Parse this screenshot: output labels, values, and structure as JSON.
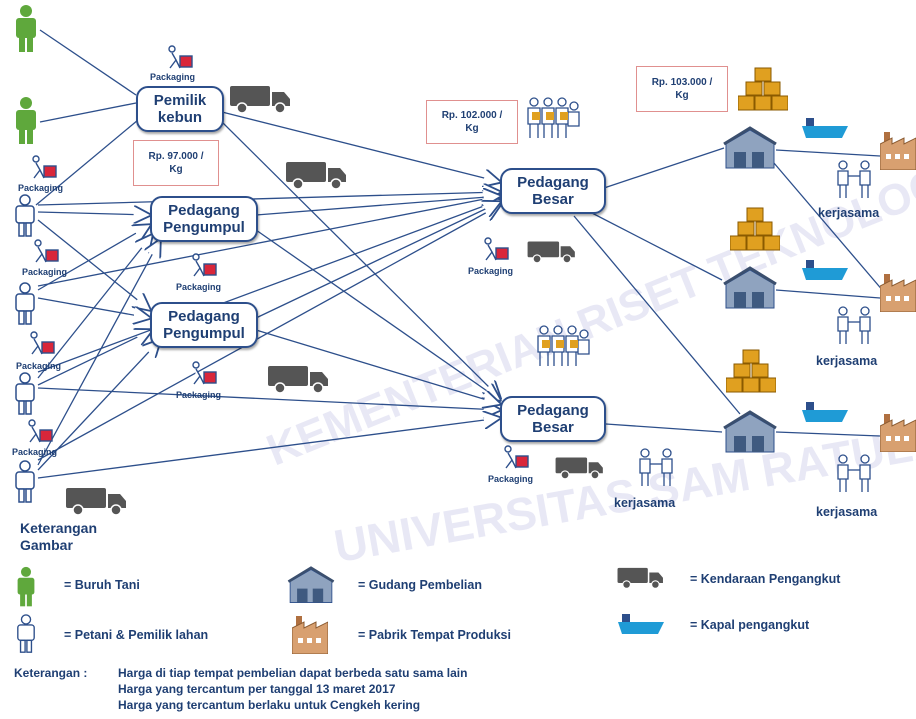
{
  "nodes": {
    "pemilik_kebun": [
      "Pemilik",
      "kebun"
    ],
    "pengumpul_1": [
      "Pedagang",
      "Pengumpul"
    ],
    "pengumpul_2": [
      "Pedagang",
      "Pengumpul"
    ],
    "besar_1": [
      "Pedagang",
      "Besar"
    ],
    "besar_2": [
      "Pedagang",
      "Besar"
    ]
  },
  "prices": {
    "p1": [
      "Rp. 97.000 /",
      "Kg"
    ],
    "p2": [
      "Rp. 102.000 /",
      "Kg"
    ],
    "p3": [
      "Rp. 103.000 /",
      "Kg"
    ]
  },
  "packaging_label": "Packaging",
  "kerjasama_label": "kerjasama",
  "keterangan_gambar": [
    "Keterangan",
    "Gambar"
  ],
  "legend": {
    "buruh_tani": "= Buruh Tani",
    "petani": "= Petani & Pemilik lahan",
    "gudang": "= Gudang Pembelian",
    "pabrik": "= Pabrik Tempat Produksi",
    "kendaraan": "= Kendaraan Pengangkut",
    "kapal": "= Kapal pengangkut"
  },
  "notes": {
    "prefix": "Keterangan :",
    "lines": [
      "Harga di tiap tempat pembelian dapat berbeda satu sama lain",
      "Harga yang tercantum per tanggal 13 maret 2017",
      "Harga yang tercantum berlaku untuk Cengkeh kering"
    ]
  },
  "watermark": {
    "line1": "KEMENTERIAN RISET TEKNOLOGI DAN PENDIDIKAN TINGGI",
    "line2": "UNIVERSITAS SAM RATULANGI"
  },
  "colors": {
    "line": "#2d4f8b",
    "node_border": "#2d4f8b",
    "text": "#1f3f73",
    "buruh_green": "#5fa83c",
    "price_border": "#e0908f",
    "truck": "#555555",
    "ship": "#1f9bd6",
    "crate": "#e0a020"
  }
}
